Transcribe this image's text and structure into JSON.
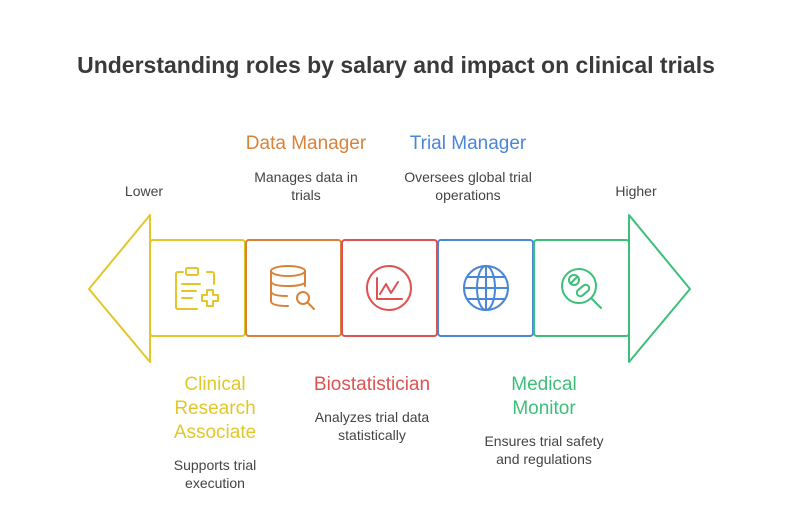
{
  "title": "Understanding roles by salary and impact on clinical trials",
  "scale": {
    "low": "Lower",
    "high": "Higher"
  },
  "colors": {
    "yellow": "#E3C72A",
    "orange": "#D9823A",
    "red": "#E05252",
    "blue": "#4A86D8",
    "green": "#3DBF7A"
  },
  "roles": [
    {
      "name": "Clinical Research Associate",
      "lines": [
        "Clinical",
        "Research",
        "Associate"
      ],
      "description": [
        "Supports trial",
        "execution"
      ],
      "icon": "clipboard-plus-icon"
    },
    {
      "name": "Data Manager",
      "lines": [
        "Data Manager"
      ],
      "description": [
        "Manages data in",
        "trials"
      ],
      "icon": "database-search-icon"
    },
    {
      "name": "Biostatistician",
      "lines": [
        "Biostatistician"
      ],
      "description": [
        "Analyzes trial data",
        "statistically"
      ],
      "icon": "line-chart-icon"
    },
    {
      "name": "Trial Manager",
      "lines": [
        "Trial Manager"
      ],
      "description": [
        "Oversees global trial",
        "operations"
      ],
      "icon": "globe-icon"
    },
    {
      "name": "Medical Monitor",
      "lines": [
        "Medical",
        "Monitor"
      ],
      "description": [
        "Ensures trial safety",
        "and regulations"
      ],
      "icon": "pill-search-icon"
    }
  ]
}
